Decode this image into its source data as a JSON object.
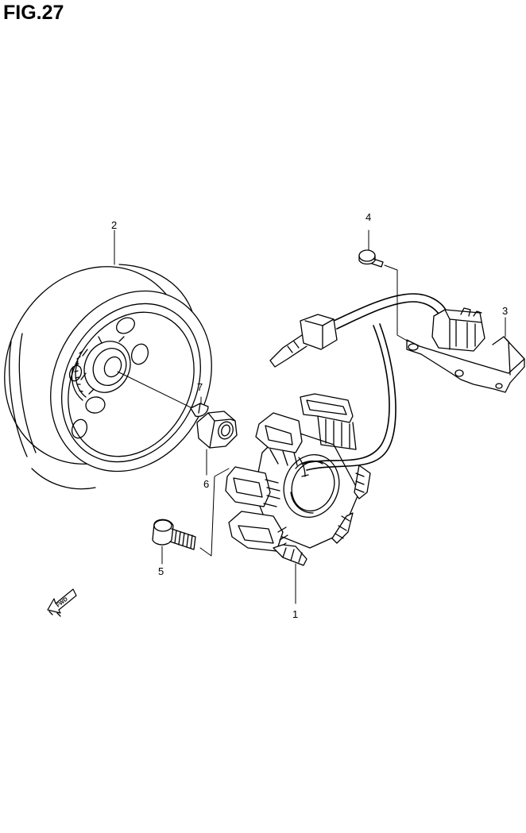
{
  "figure": {
    "title": "FIG.27"
  },
  "callouts": [
    "1",
    "2",
    "3",
    "4",
    "5",
    "6",
    "7"
  ],
  "direction_marker": {
    "label": "FWD"
  },
  "parts": [
    {
      "id": "1",
      "name": "stator-coil-assembly",
      "icon": "stator-icon"
    },
    {
      "id": "2",
      "name": "flywheel-rotor",
      "icon": "rotor-icon"
    },
    {
      "id": "3",
      "name": "bracket",
      "icon": "bracket-icon"
    },
    {
      "id": "4",
      "name": "bracket-screw",
      "icon": "screw-icon"
    },
    {
      "id": "5",
      "name": "stator-bolt",
      "icon": "bolt-icon"
    },
    {
      "id": "6",
      "name": "rotor-nut",
      "icon": "nut-icon"
    },
    {
      "id": "7",
      "name": "woodruff-key",
      "icon": "key-icon"
    }
  ],
  "colors": {
    "ink": "#000000",
    "paper": "#ffffff"
  }
}
